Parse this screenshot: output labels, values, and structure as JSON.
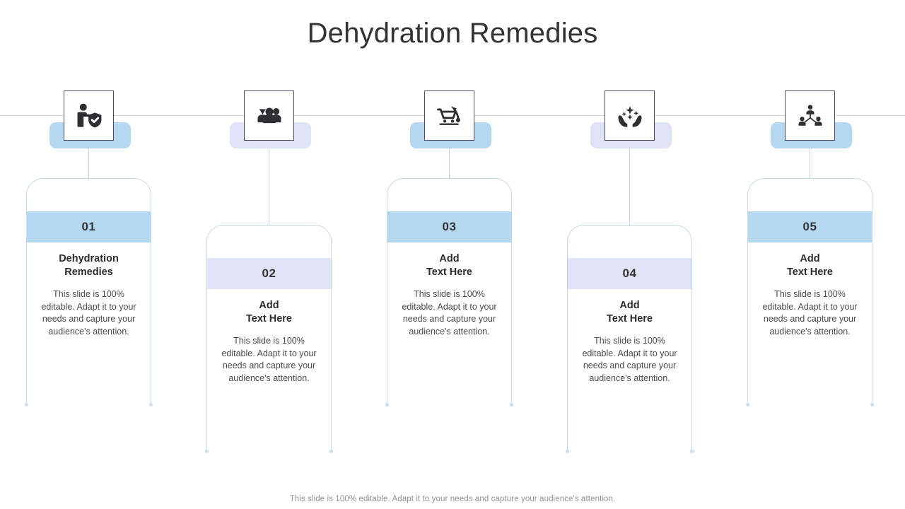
{
  "slide": {
    "title": "Dehydration Remedies",
    "footer_note": "This slide is 100% editable. Adapt it to your needs and capture your audience's attention."
  },
  "theme": {
    "accent_blue": "#b4d8ef",
    "accent_lavender": "#dfe3f5",
    "card_border": "#c4dced",
    "icon_box_border": "#4a4a60",
    "title_color": "#333333",
    "body_text_color": "#4b4b4b",
    "footer_color": "#8f9296",
    "axis_line_color": "#d3d6d8"
  },
  "steps": [
    {
      "number": "01",
      "heading": "Dehydration\nRemedies",
      "description": "This slide is 100% editable. Adapt it to your needs and capture your audience's attention.",
      "accent": "blue",
      "icon": "person-shield-check-icon",
      "position": "high"
    },
    {
      "number": "02",
      "heading": "Add\nText Here",
      "description": "This slide is 100% editable. Adapt it to your needs and capture your audience's attention.",
      "accent": "lavender",
      "icon": "people-group-icon",
      "position": "low"
    },
    {
      "number": "03",
      "heading": "Add\nText Here",
      "description": "This slide is 100% editable. Adapt it to your needs and capture your audience's attention.",
      "accent": "blue",
      "icon": "shopping-cart-arrow-icon",
      "position": "high"
    },
    {
      "number": "04",
      "heading": "Add\nText Here",
      "description": "This slide is 100% editable. Adapt it to your needs and capture your audience's attention.",
      "accent": "lavender",
      "icon": "hands-sparkle-care-icon",
      "position": "low"
    },
    {
      "number": "05",
      "heading": "Add\nText Here",
      "description": "This slide is 100% editable. Adapt it to your needs and capture your audience's attention.",
      "accent": "blue",
      "icon": "people-hierarchy-network-icon",
      "position": "high"
    }
  ]
}
